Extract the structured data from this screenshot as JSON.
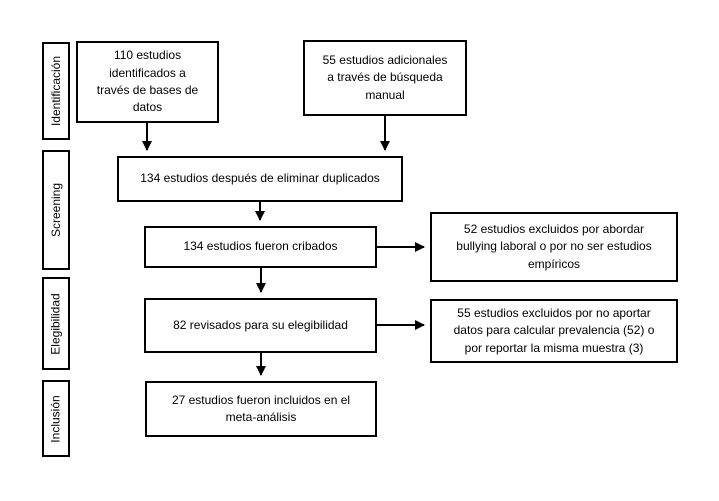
{
  "colors": {
    "line": "#000000",
    "background": "#ffffff",
    "text": "#000000"
  },
  "stages": [
    {
      "id": "identificacion",
      "label": "Identificación"
    },
    {
      "id": "screening",
      "label": "Screening"
    },
    {
      "id": "elegibilidad",
      "label": "Elegibilidad"
    },
    {
      "id": "inclusion",
      "label": "Inclusión"
    }
  ],
  "boxes": {
    "identified_databases": "110 estudios\nidentificados a\ntravés de bases de\ndatos",
    "additional_manual": "55 estudios adicionales\na través de búsqueda\nmanual",
    "after_duplicates": "134 estudios después de eliminar duplicados",
    "screened": "134 estudios fueron cribados",
    "excluded_screening": "52 estudios excluidos por abordar\nbullying laboral o por no ser estudios\nempíricos",
    "eligibility": "82 revisados para su elegibilidad",
    "excluded_eligibility": "55 estudios excluidos por no aportar\ndatos para calcular prevalencia (52) o\npor reportar la misma muestra (3)",
    "included": "27 estudios fueron incluidos en el\nmeta-análisis"
  }
}
